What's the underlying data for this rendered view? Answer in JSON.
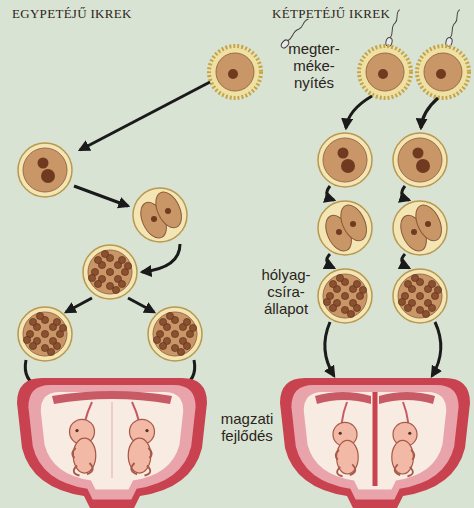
{
  "diagram": {
    "labels": [
      "EGYPETÉJŰ IKREK",
      "KÉTPETÉJŰ IKREK",
      "megter- méke- nyítés",
      "hólyag- csíra- állapot",
      "magzati fejlődés"
    ]
  }
}
